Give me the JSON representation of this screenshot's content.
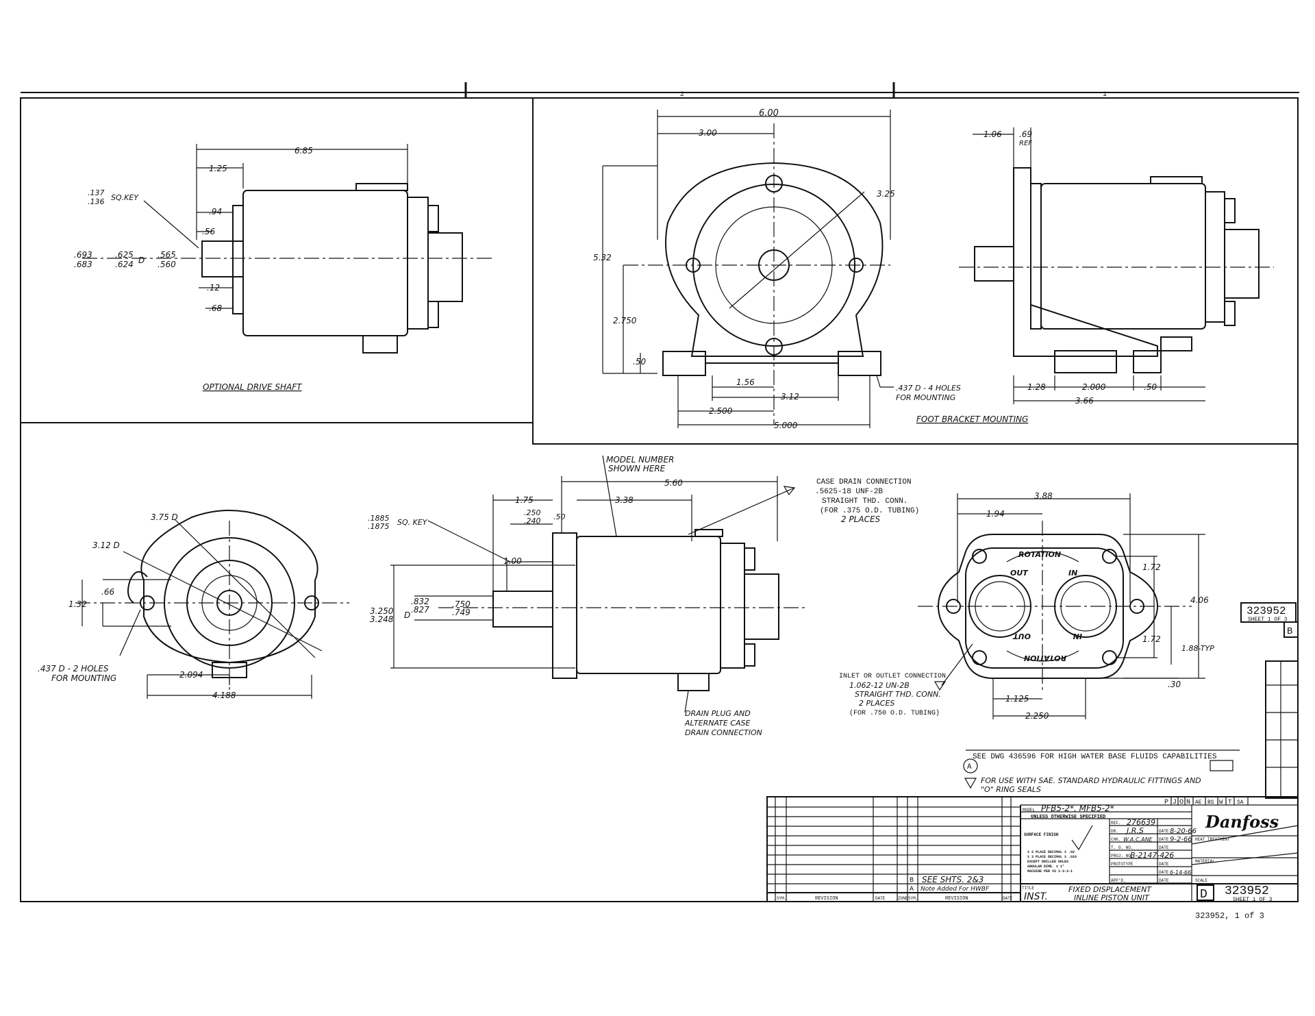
{
  "zone_numbers": [
    "2",
    "1"
  ],
  "optional_drive_shaft": {
    "caption": "OPTIONAL DRIVE SHAFT",
    "dims": {
      "length": "6.85",
      "d125": "1.25",
      "d94": ".94",
      "d56": ".56",
      "d12": ".12",
      "d68": ".68",
      "key": "SQ.KEY",
      "key_a": ".137",
      "key_b": ".136",
      "dia1a": ".693",
      "dia1b": ".683",
      "dia2a": ".625",
      "dia2b": ".624",
      "dia2d": "D",
      "dia3a": ".565",
      "dia3b": ".560"
    }
  },
  "foot_bracket_mounting": {
    "caption": "FOOT BRACKET MOUNTING",
    "dims": {
      "w600": "6.00",
      "w300": "3.00",
      "r325": "3.25",
      "h532": "5.32",
      "h2750": "2.750",
      "h50": ".50",
      "w156": "1.56",
      "w312": "3.12",
      "w2500": "2.500",
      "w5000": "5.000",
      "holes1": ".437 D - 4 HOLES",
      "holes2": "FOR MOUNTING",
      "s106": "1.06",
      "s69": ".69",
      "sref": "REF",
      "s128": "1.28",
      "s2000": "2.000",
      "s50": ".50",
      "s366": "3.66"
    }
  },
  "front_view": {
    "d375": "3.75 D",
    "d312": "3.12 D",
    "h66": ".66",
    "h132": "1.32",
    "holes1": ".437 D - 2 HOLES",
    "holes2": "FOR MOUNTING",
    "w2094": "2.094",
    "w4188": "4.188"
  },
  "side_view": {
    "model1": "MODEL NUMBER",
    "model2": "SHOWN HERE",
    "w560": "5.60",
    "w338": "3.38",
    "w175": "1.75",
    "w250": ".250",
    "w240": ".240",
    "w50": ".50",
    "keya": ".1885",
    "keyb": ".1875",
    "key": "SQ. KEY",
    "w100": "1.00",
    "d3250": "3.250",
    "d3248": "3.248",
    "dd": "D",
    "d832": ".832",
    "d827": ".827",
    "d750": ".750",
    "d749": ".749",
    "case1": "CASE DRAIN CONNECTION",
    "case2": ".5625-18 UNF-2B",
    "case3": "STRAIGHT THD. CONN.",
    "case4": "(FOR .375 O.D. TUBING)",
    "case5": "2 PLACES",
    "drain1": "DRAIN PLUG AND",
    "drain2": "ALTERNATE CASE",
    "drain3": "DRAIN CONNECTION"
  },
  "rear_view": {
    "w388": "3.88",
    "w194": "1.94",
    "h172a": "1.72",
    "h406": "4.06",
    "h172b": "1.72",
    "h188": "1.88-TYP",
    "h30": ".30",
    "w1125": "1.125",
    "w2250": "2.250",
    "rot": "ROTATION",
    "out": "OUT",
    "in": "IN",
    "inlet1": "INLET OR OUTLET CONNECTION",
    "inlet2": "1.062-12 UN-2B",
    "inlet3": "STRAIGHT THD. CONN.",
    "inlet4": "2 PLACES",
    "inlet5": "(FOR .750 O.D. TUBING)"
  },
  "notes": {
    "hwbf": "SEE DWG 436596 FOR HIGH WATER BASE FLUIDS CAPABILITIES",
    "a_tag": "A",
    "sae1": "FOR USE WITH SAE. STANDARD HYDRAULIC FITTINGS AND",
    "sae2": "\"O\" RING SEALS",
    "side_num": "323952",
    "side_sheet": "SHEET 1 OF 3",
    "side_b": "B"
  },
  "title_block": {
    "tags": [
      "P",
      "J",
      "O",
      "N",
      "AE",
      "BS",
      "W",
      "T",
      "SA"
    ],
    "rev_b": "B",
    "rev_b_text": "SEE SHTS. 2&3",
    "rev_a": "A",
    "rev_a_text": "Note Added For HWBF",
    "col_sym": "SYM.",
    "col_rev": "REVISION",
    "col_date": "DATE",
    "col_zone": "ZONE",
    "model_lbl": "MODEL",
    "model": "PFB5-2*, MFB5-2*",
    "unless": "UNLESS OTHERWISE SPECIFIED",
    "ref_lbl": "REF.",
    "ref": "276639",
    "dr_lbl": "DR.",
    "dr": "J.R.S",
    "date_lbl": "DATE",
    "dr_date": "8-20-66",
    "chk_lbl": "CHK.",
    "chk": "W.A.C.ANE",
    "chk_date": "9-2-66",
    "surface": "SURFACE FINISH",
    "tol1": "± 2 PLACE DECIMAL ± .02",
    "tol2": "± 3 PLACE DECIMAL ± .010",
    "tol3": "EXCEPT DRILLED HOLES",
    "tol4": "ANGULAR DIME. ± 1°",
    "tol5": "MACHINE PER VS 1-3-3-1",
    "to_lbl": "T. O. NO.",
    "proj_lbl": "PROJ. NO.",
    "proj": "B-2147-426",
    "proto_lbl": "PROTOTYPE",
    "appd_lbl": "APP'D.",
    "appd_date": "6-14-66",
    "brand": "Danfoss",
    "heat": "HEAT TREATMENT",
    "material": "MATERIAL",
    "scale": "SCALE",
    "title_lbl": "TITLE",
    "title1": "FIXED DISPLACEMENT",
    "title2": "INLINE PISTON UNIT",
    "title_pre": "INST.",
    "size": "D",
    "dwg": "323952",
    "sheet": "SHEET 1 OF 3",
    "bottom_ref": "323952, 1 of 3"
  }
}
